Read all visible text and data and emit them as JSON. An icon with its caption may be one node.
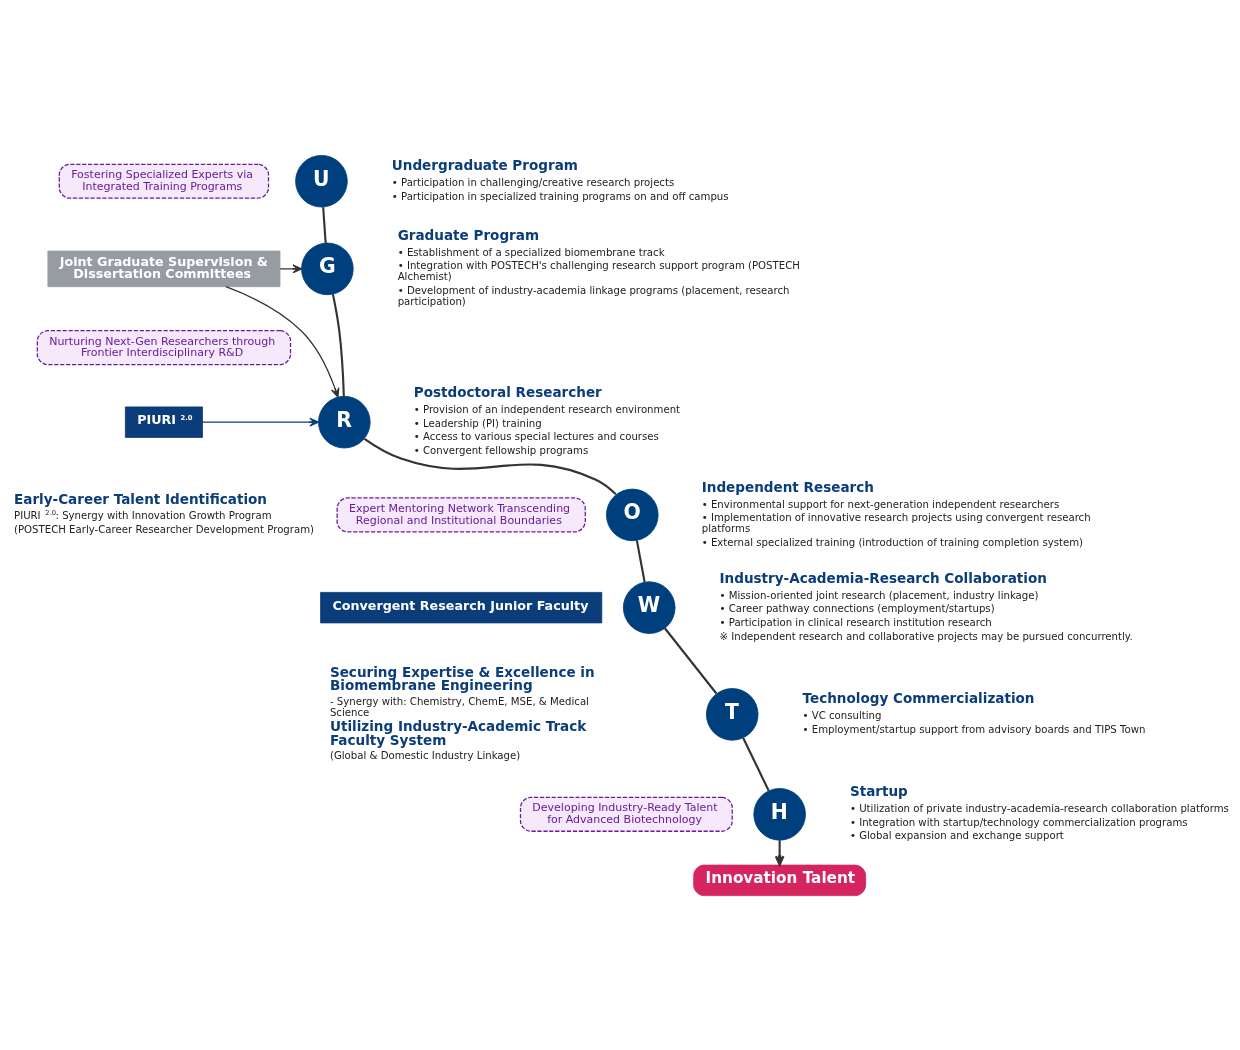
{
  "diagram": {
    "nodes": [
      {
        "text": [
          "U"
        ],
        "beside": [
          "Undergraduate Program",
          "• Participation in challenging/creative research projects",
          "• Participation in specialized training programs on and off campus"
        ]
      },
      {
        "text": [
          "G"
        ],
        "beside": [
          "Graduate Program",
          "• Establishment of a specialized biomembrane track",
          "• Integration with POSTECH's challenging research support program (POSTECH Alchemist)",
          "• Development of industry-academia linkage programs (placement, research participation)"
        ]
      },
      {
        "text": [
          "R"
        ],
        "beside": [
          "Postdoctoral Researcher",
          "• Provision of an independent research environment",
          "• Leadership (PI) training",
          "• Access to various special lectures and courses",
          "• Convergent fellowship programs"
        ]
      },
      {
        "text": [
          "O"
        ],
        "beside": [
          "Independent Research",
          "• Environmental support for next-generation independent researchers",
          "• Implementation of innovative research projects using convergent research platforms",
          "• External specialized training (introduction of training completion system)"
        ]
      },
      {
        "text": [
          "W"
        ],
        "beside": [
          "Industry-Academia-Research Collaboration",
          "• Mission-oriented joint research (placement, industry linkage)",
          "• Career pathway connections (employment/startups)",
          "• Participation in clinical research institution research",
          "※ Independent research and collaborative projects may be pursued concurrently."
        ]
      },
      {
        "text": [
          "T"
        ],
        "beside": [
          "Technology Commercialization",
          "• VC consulting",
          "• Employment/startup support from advisory boards and TIPS Town"
        ]
      },
      {
        "text": [
          "H"
        ],
        "beside": [
          "Startup",
          "• Utilization of private industry-academia-research collaboration platforms",
          "• Integration with startup/technology commercialization programs",
          "• Global expansion and exchange support"
        ]
      },
      {
        "text": [
          "Innovation Talent"
        ]
      },
      {
        "text": [
          "Fostering Specialized Experts via Integrated Training Programs"
        ]
      },
      {
        "text": [
          "Joint Graduate Supervision & Dissertation Committees"
        ]
      },
      {
        "text": [
          "Nurturing Next-Gen Researchers through Frontier Interdisciplinary R&D"
        ]
      },
      {
        "text": [
          "PIURI $^{2.0}$"
        ],
        "beside": [
          "Early-Career Talent Identification",
          "PIURI $^{2.0}$: Synergy with Innovation Growth Program",
          "(POSTECH Early-Career Researcher Development Program)"
        ]
      },
      {
        "text": [
          "Expert Mentoring Network Transcending Regional and Institutional Boundaries"
        ]
      },
      {
        "text": [
          "Convergent Research Junior Faculty"
        ],
        "beside": [
          "Securing Expertise & Excellence in Biomembrane Engineering",
          "- Synergy with: Chemistry, ChemE, MSE, & Medical Science",
          "Utilizing Industry-Academic Track Faculty System",
          "(Global & Domestic Industry Linkage)"
        ]
      },
      {
        "text": [
          "Developing Industry-Ready Talent for Advanced Biotechnology"
        ]
      }
    ],
    "edges": [
      {
        "from": 0,
        "to": 1,
        "arrow": "none"
      },
      {
        "from": 1,
        "to": 2,
        "arrow": "none"
      },
      {
        "from": 2,
        "to": 3,
        "arrow": "none"
      },
      {
        "from": 3,
        "to": 4,
        "arrow": "none"
      },
      {
        "from": 4,
        "to": 5,
        "arrow": "none"
      },
      {
        "from": 5,
        "to": 6,
        "arrow": "none"
      },
      {
        "from": 6,
        "to": 7,
        "arrow": "to"
      },
      {
        "from": 9,
        "to": 1,
        "arrow": "to"
      },
      {
        "from": 9,
        "to": 2,
        "arrow": "to"
      },
      {
        "from": 11,
        "to": 2,
        "arrow": "to",
        "color": "#0b3d7a"
      }
    ]
  }
}
